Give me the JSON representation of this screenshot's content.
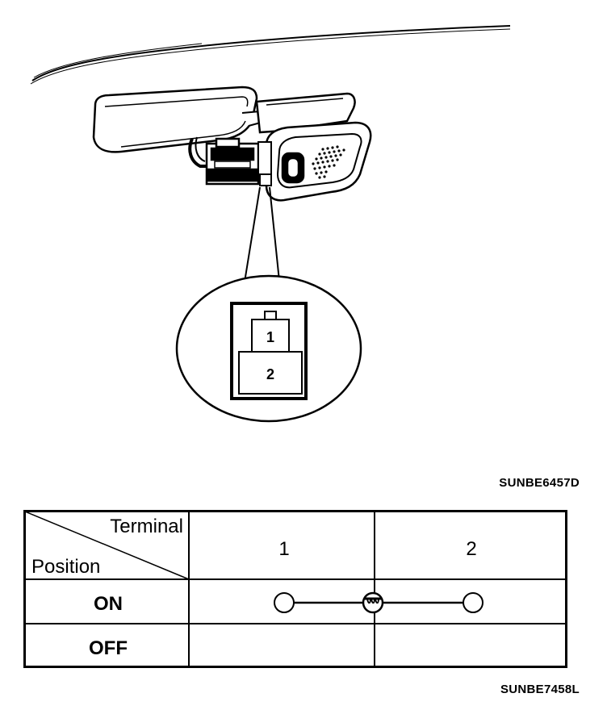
{
  "figure": {
    "illustration_code": "SUNBE6457D",
    "table_code": "SUNBE7458L",
    "connector": {
      "terminal_1": "1",
      "terminal_2": "2"
    }
  },
  "table": {
    "header_terminal": "Terminal",
    "header_position": "Position",
    "terminals": [
      "1",
      "2"
    ],
    "rows": [
      {
        "position": "ON",
        "continuity": true,
        "lamp_symbol": true
      },
      {
        "position": "OFF",
        "continuity": false,
        "lamp_symbol": false
      }
    ],
    "line_color": "#000000"
  }
}
